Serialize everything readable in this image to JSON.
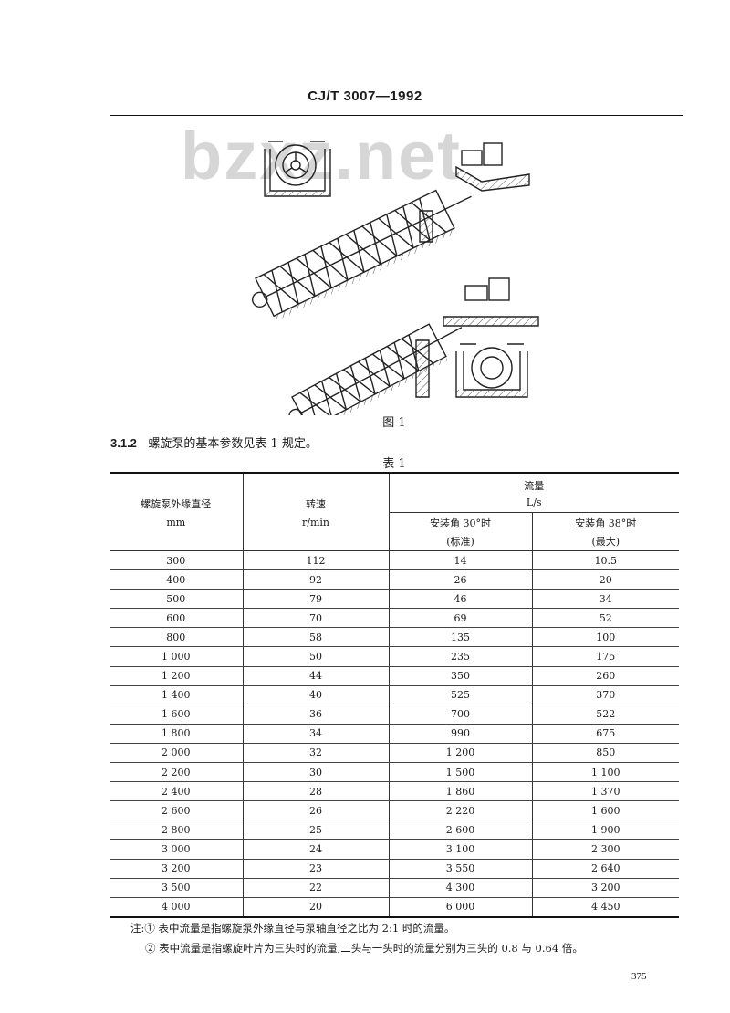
{
  "header": {
    "code": "CJ/T 3007—1992"
  },
  "watermark": "bzxz.net",
  "figure": {
    "caption": "图 1"
  },
  "clause": {
    "number": "3.1.2",
    "text": "螺旋泵的基本参数见表 1 规定。"
  },
  "table": {
    "caption": "表 1",
    "headers": {
      "diameter": "螺旋泵外缘直径",
      "diameter_unit": "mm",
      "speed": "转速",
      "speed_unit": "r/min",
      "flow": "流量",
      "flow_unit": "L/s",
      "angle30_line1": "安装角 30°时",
      "angle30_line2": "(标准)",
      "angle38_line1": "安装角 38°时",
      "angle38_line2": "(最大)"
    },
    "rows": [
      [
        "300",
        "112",
        "14",
        "10.5"
      ],
      [
        "400",
        "92",
        "26",
        "20"
      ],
      [
        "500",
        "79",
        "46",
        "34"
      ],
      [
        "600",
        "70",
        "69",
        "52"
      ],
      [
        "800",
        "58",
        "135",
        "100"
      ],
      [
        "1 000",
        "50",
        "235",
        "175"
      ],
      [
        "1 200",
        "44",
        "350",
        "260"
      ],
      [
        "1 400",
        "40",
        "525",
        "370"
      ],
      [
        "1 600",
        "36",
        "700",
        "522"
      ],
      [
        "1 800",
        "34",
        "990",
        "675"
      ],
      [
        "2 000",
        "32",
        "1 200",
        "850"
      ],
      [
        "2 200",
        "30",
        "1 500",
        "1 100"
      ],
      [
        "2 400",
        "28",
        "1 860",
        "1 370"
      ],
      [
        "2 600",
        "26",
        "2 220",
        "1 600"
      ],
      [
        "2 800",
        "25",
        "2 600",
        "1 900"
      ],
      [
        "3 000",
        "24",
        "3 100",
        "2 300"
      ],
      [
        "3 200",
        "23",
        "3 550",
        "2 640"
      ],
      [
        "3 500",
        "22",
        "4 300",
        "3 200"
      ],
      [
        "4 000",
        "20",
        "6 000",
        "4 450"
      ]
    ]
  },
  "notes": [
    "注:① 表中流量是指螺旋泵外缘直径与泵轴直径之比为 2:1 时的流量。",
    "② 表中流量是指螺旋叶片为三头时的流量,二头与一头时的流量分别为三头的 0.8 与 0.64 倍。"
  ],
  "page_number": "375"
}
